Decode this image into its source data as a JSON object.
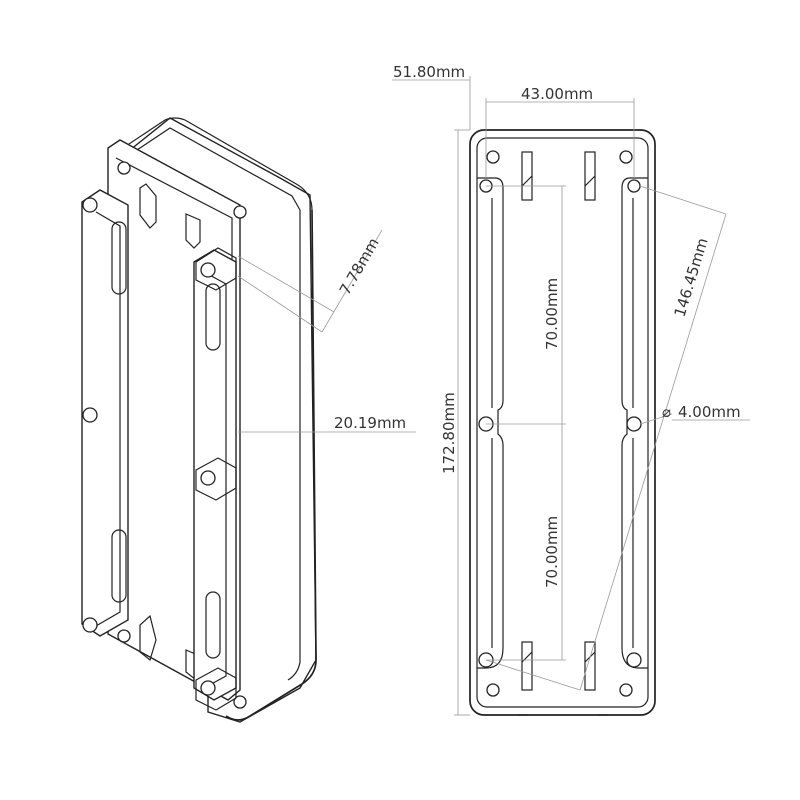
{
  "dimensions": {
    "overall_width": "51.80mm",
    "hole_spacing_width": "43.00mm",
    "overall_length": "172.80mm",
    "upper_spacing": "70.00mm",
    "lower_spacing": "70.00mm",
    "diagonal": "146.45mm",
    "hole_diameter": "4.00mm",
    "diameter_symbol": "⌀",
    "rail_height": "7.78mm",
    "total_height": "20.19mm"
  }
}
